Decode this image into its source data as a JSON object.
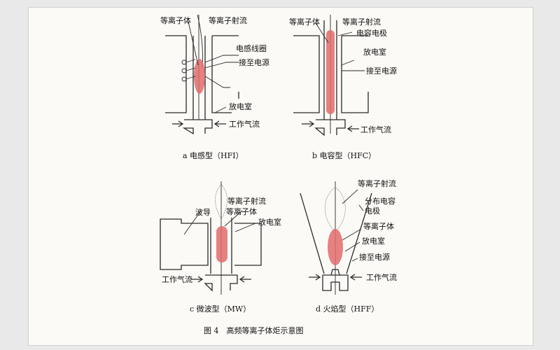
{
  "colors": {
    "plasma": "#e06b6b",
    "line": "#2a2a2a",
    "paper": "#fbfaf6"
  },
  "panel_a": {
    "plasma": "等离子体",
    "jet": "等离子射流",
    "coil": "电感线圈",
    "power": "接至电源",
    "chamber": "放电室",
    "gas": "工作气流",
    "caption": "a 电感型（HFI）"
  },
  "panel_b": {
    "plasma": "等离子体",
    "jet": "等离子射流",
    "electrode": "电容电极",
    "chamber": "放电室",
    "power": "接至电源",
    "gas": "工作气流",
    "caption": "b 电容型（HFC）"
  },
  "panel_c": {
    "jet": "等离子射流",
    "plasma": "等离子体",
    "waveguide": "波导",
    "chamber": "放电室",
    "gas": "工作气流",
    "caption": "c 微波型（MW）"
  },
  "panel_d": {
    "jet": "等离子射流",
    "electrode_l1": "分布电容",
    "electrode_l2": "电极",
    "plasma": "等离子体",
    "chamber": "放电室",
    "power": "接至电源",
    "gas": "工作气流",
    "caption": "d 火焰型（HFF）"
  },
  "figure_caption": "图 4　高频等离子体炬示意图"
}
